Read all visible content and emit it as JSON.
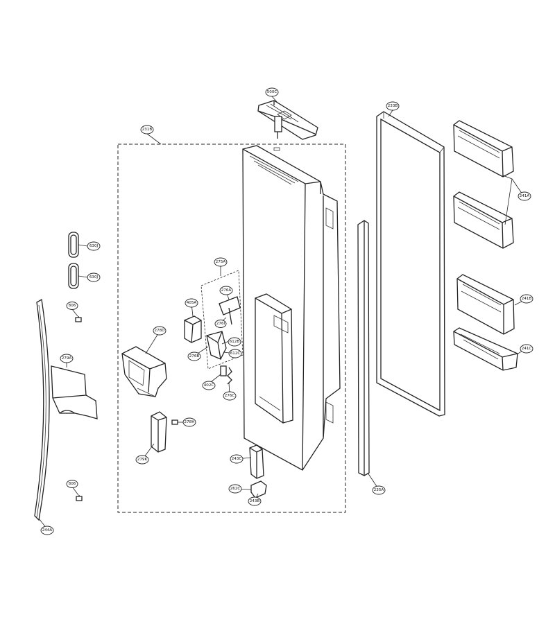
{
  "diagram": {
    "labels": {
      "p500C": "500C",
      "p233B": "233B",
      "p231B": "231B",
      "p241A": "241A",
      "p241B": "241B",
      "p241C": "241C",
      "p630J_a": "630J",
      "p630J_b": "630J",
      "p806_a": "806",
      "p806_b": "806",
      "p275A": "275A",
      "p276A": "276A",
      "p276I": "276I",
      "p405A": "405A",
      "p612B": "612B",
      "p612C": "612C",
      "p276B": "276B",
      "p278D": "278D",
      "p279A": "279A",
      "p402C": "402C",
      "p276C": "276C",
      "p278H": "278H",
      "p279K": "279K",
      "p243C": "243C",
      "p262C": "262C",
      "p243B": "243B",
      "p235A": "235A",
      "p244A": "244A"
    }
  }
}
